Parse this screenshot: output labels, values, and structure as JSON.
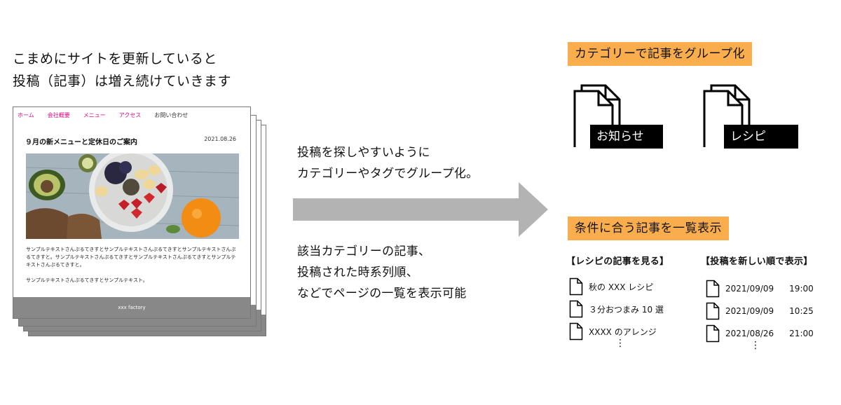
{
  "intro": {
    "line1": "こまめにサイトを更新していると",
    "line2": "投稿（記事）は増え続けていきます"
  },
  "mockup": {
    "nav": [
      "ホーム",
      "会社概要",
      "メニュー",
      "アクセス",
      "お問い合わせ"
    ],
    "post_title": "９月の新メニューと定休日のご案内",
    "post_date": "2021.08.26",
    "body_paragraph1": "サンプルテキストさんぷるてきすとサンプルテキストさんぷるてきすとサンプルテキストさんぷるてきすと。サンプルテキストさんぷるてきすとサンプルテキストさんぷるてきすとサンプルテキストさんぷるてきすと。",
    "body_paragraph2": "サンプルテキストさんぷるてきすとサンプルテキスト。",
    "footer": "xxx factory"
  },
  "middle": {
    "top_line1": "投稿を探しやすいように",
    "top_line2": "カテゴリーやタグでグループ化。",
    "bottom_line1": "該当カテゴリーの記事、",
    "bottom_line2": "投稿された時系列順、",
    "bottom_line3": "などでページの一覧を表示可能"
  },
  "right": {
    "heading_group": "カテゴリーで記事をグループ化",
    "categories": [
      "お知らせ",
      "レシピ"
    ],
    "heading_list": "条件に合う記事を一覧表示",
    "recipe_header": "【レシピの記事を見る】",
    "recipe_items": [
      "秋の XXX レシピ",
      "３分おつまみ 10 選",
      "XXXX のアレンジ"
    ],
    "new_header": "【投稿を新しい順で表示】",
    "new_items": [
      {
        "date": "2021/09/09",
        "time": "19:00"
      },
      {
        "date": "2021/09/09",
        "time": "10:25"
      },
      {
        "date": "2021/08/26",
        "time": "21:00"
      }
    ],
    "ellipsis": "⋮"
  },
  "colors": {
    "highlight": "#f9ad4c",
    "arrow": "#b3b3b3",
    "nav_pink": "#e4007f",
    "footer_gray": "#888888"
  }
}
